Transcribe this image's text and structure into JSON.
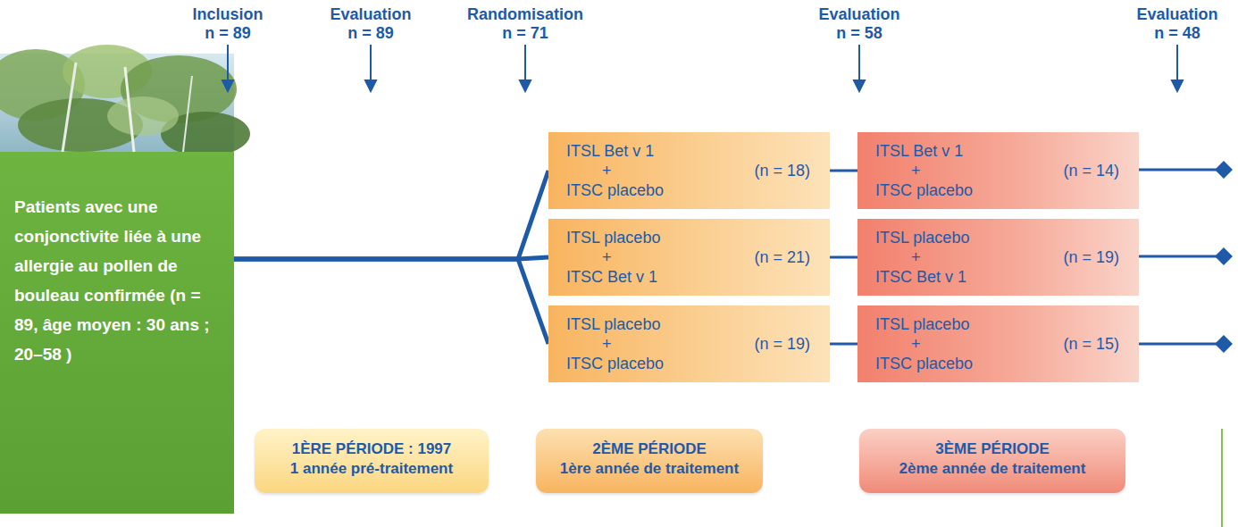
{
  "diagram": {
    "nodes": [
      {
        "text": [
          "Patients avec une conjonctivite liée à une allergie au pollen de bouleau confirmée (n = 89, âge moyen : 30 ans ; 20–58 )"
        ]
      },
      {
        "text": [
          "ITSL Bet v 1",
          "+",
          "ITSC placebo",
          "(n = 18)"
        ]
      },
      {
        "text": [
          "ITSL Bet v 1",
          "+",
          "ITSC placebo",
          "(n = 14)"
        ]
      },
      {
        "text": [
          "ITSL placebo",
          "+",
          "ITSC Bet v 1",
          "(n = 21)"
        ]
      },
      {
        "text": [
          "ITSL placebo",
          "+",
          "ITSC Bet v 1",
          "(n = 19)"
        ]
      },
      {
        "text": [
          "ITSL placebo",
          "+",
          "ITSC placebo",
          "(n = 19)"
        ]
      },
      {
        "text": [
          "ITSL placebo",
          "+",
          "ITSC placebo",
          "(n = 15)"
        ]
      },
      {
        "text": [
          "1ÈRE PÉRIODE : 1997",
          "1 année pré-traitement"
        ]
      },
      {
        "text": [
          "2ÈME PÉRIODE",
          "1ère année de traitement"
        ]
      },
      {
        "text": [
          "3ÈME PÉRIODE",
          "2ème année de traitement"
        ]
      }
    ],
    "edges": [
      {
        "from": 0,
        "to": 1,
        "arrow": "none"
      },
      {
        "from": 0,
        "to": 3,
        "arrow": "none"
      },
      {
        "from": 0,
        "to": 5,
        "arrow": "none"
      },
      {
        "from": 1,
        "to": 2,
        "arrow": "none"
      },
      {
        "from": 3,
        "to": 4,
        "arrow": "none"
      },
      {
        "from": 5,
        "to": 6,
        "arrow": "none"
      }
    ],
    "labels": [
      "Inclusion",
      "n = 89",
      "Evaluation",
      "n = 89",
      "Randomisation",
      "n = 71",
      "Evaluation",
      "n = 58",
      "Evaluation",
      "n = 48"
    ]
  }
}
